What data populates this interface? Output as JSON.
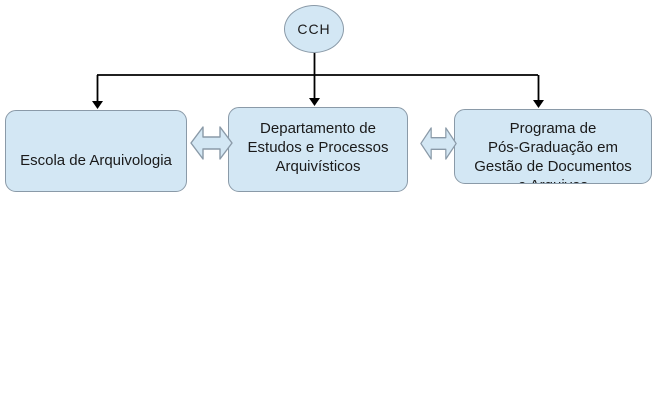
{
  "diagram": {
    "root": {
      "label": "CCH"
    },
    "nodes": [
      {
        "id": "escola",
        "lines": [
          "Escola de Arquivologia"
        ]
      },
      {
        "id": "departamento",
        "lines": [
          "Departamento de",
          "Estudos e Processos",
          "Arquivísticos"
        ]
      },
      {
        "id": "programa",
        "lines": [
          "Programa de",
          "Pós-Graduação em",
          "Gestão de Documentos",
          "e Arquivos"
        ],
        "last_line_clipped": true
      }
    ],
    "relationships": {
      "root_to_nodes": "directed-arrow-down",
      "between_nodes": "double-headed-arrow"
    }
  },
  "colors": {
    "node_fill": "#d3e7f4",
    "node_border": "#8a9aa8",
    "connector": "#000000",
    "text": "#1a1a1a",
    "background": "#ffffff"
  }
}
